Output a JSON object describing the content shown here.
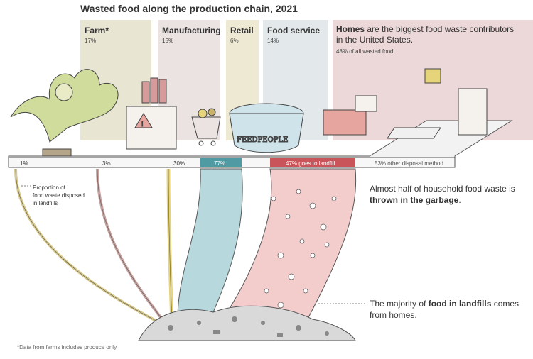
{
  "title": "Wasted food along the production chain, 2021",
  "stages": [
    {
      "name": "Farm*",
      "share": "17%",
      "color": "#e9e5d3"
    },
    {
      "name": "Manufacturing",
      "share": "15%",
      "color": "#ebe3e1"
    },
    {
      "name": "Retail",
      "share": "6%",
      "color": "#eee9d2"
    },
    {
      "name": "Food service",
      "share": "14%",
      "color": "#e3e8ea"
    }
  ],
  "homes": {
    "lead": "Homes",
    "rest": " are the biggest food waste contributors in the United States.",
    "share": "48% of all wasted food",
    "color": "#ecd8d8"
  },
  "landfill_proportions": {
    "farm": "1%",
    "manufacturing": "3%",
    "retail": "30%",
    "food_service": "77%",
    "homes_landfill": "47% goes to landfill",
    "homes_other": "53% other disposal method"
  },
  "notes": {
    "proportion_line1": "Proportion of",
    "proportion_line2": "food waste disposed",
    "proportion_line3": "in landfills",
    "half_pre": "Almost half of household food waste is ",
    "half_bold": "thrown in the garbage",
    "half_post": ".",
    "majority_pre": "The majority of ",
    "majority_bold": "food in landfills",
    "majority_post": " comes from homes."
  },
  "illustration_text": {
    "pot_label": "FEEDPEOPLE",
    "hazard_sign": "!"
  },
  "footnote": "*Data from farms includes produce only.",
  "colors": {
    "food_service_stream": "#b7d9de",
    "food_service_bar": "#4f9aa3",
    "homes_stream": "#f3cccc",
    "homes_bar": "#c9545a",
    "pipe_tan": "#d8c98c",
    "pipe_mauve": "#c7a3a0",
    "pipe_yellow": "#e6d47a"
  }
}
